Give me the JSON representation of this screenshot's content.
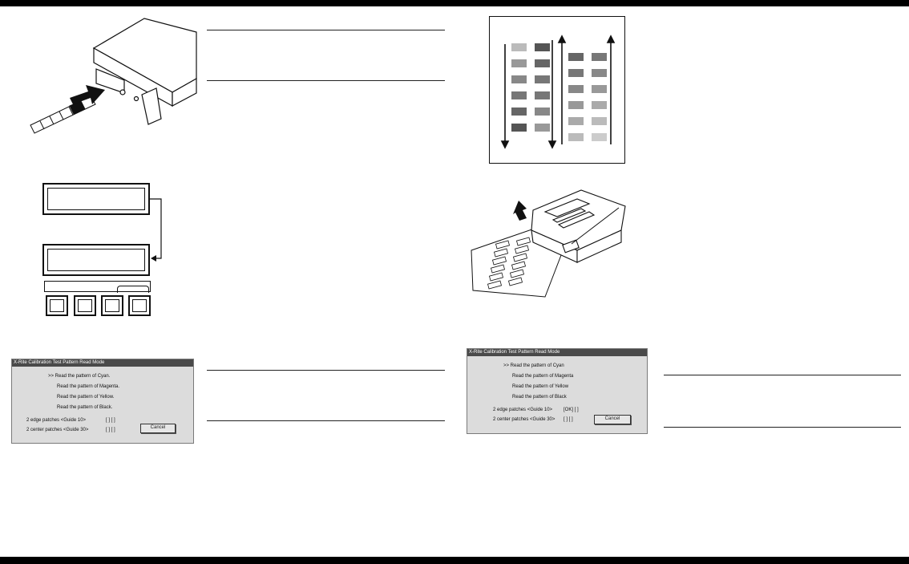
{
  "dialog_left": {
    "title": "X-Rite Calibration Test Pattern Read Mode",
    "lines": [
      ">>  Read the pattern of Cyan.",
      "Read the pattern of Magenta.",
      "Read the pattern of Yellow.",
      "Read the pattern of Black."
    ],
    "edge_label": "2 edge patches   <Guide 10>",
    "edge_status": "[   ] [   ]",
    "center_label": "2 center patches <Guide 30>",
    "center_status": "[   ] [   ]",
    "cancel_label": "Cancel"
  },
  "dialog_right": {
    "title": "X-Rite Calibration Test Pattern Read Mode",
    "lines": [
      ">>  Read the pattern of Cyan",
      "Read the pattern of Magenta",
      "Read the pattern of Yellow",
      "Read the pattern of Black"
    ],
    "edge_label": "2 edge patches   <Guide 10>",
    "edge_status": "[OK] [   ]",
    "center_label": "2 center patches <Guide 30>",
    "center_status": "[   ] [   ]",
    "cancel_label": "Cancel"
  },
  "icons": [
    "insertion-arrow-icon",
    "read-direction-arrow-icon",
    "feed-arrow-icon"
  ]
}
